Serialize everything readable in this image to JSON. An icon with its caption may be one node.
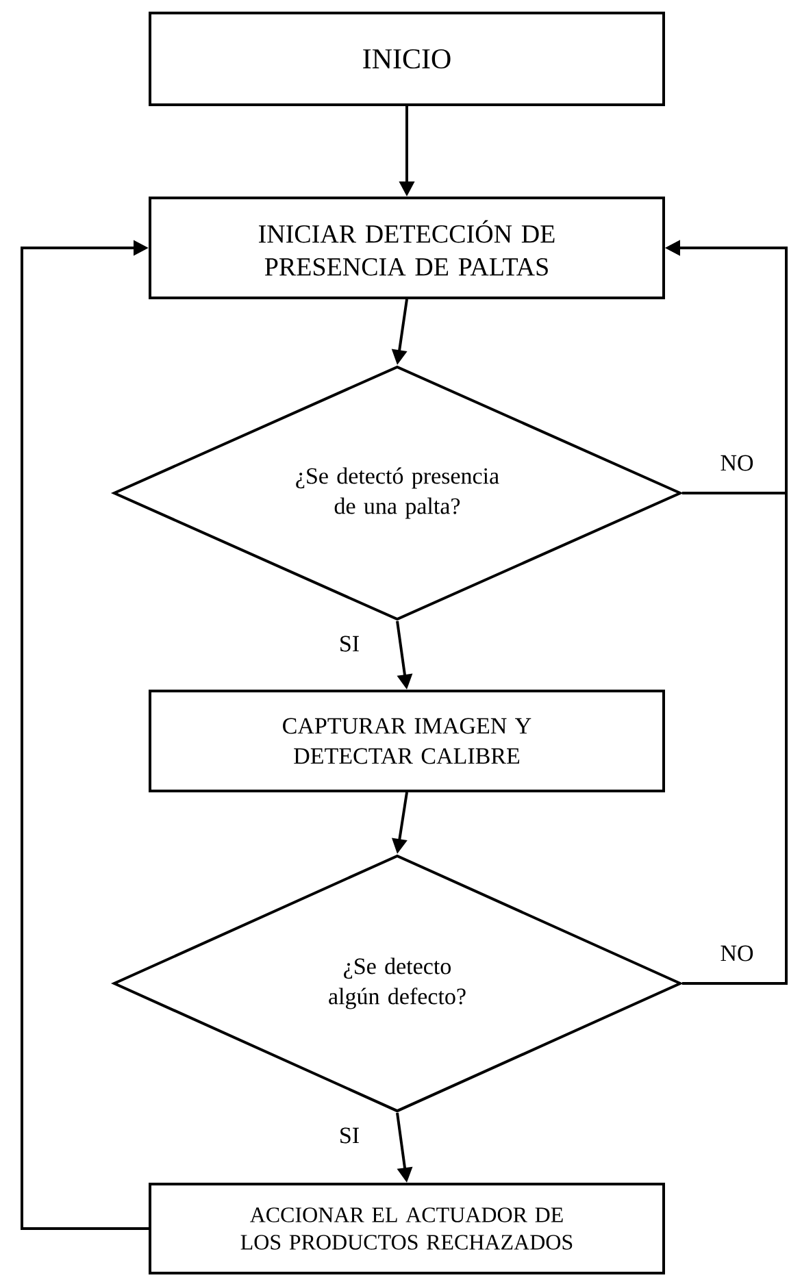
{
  "diagram": {
    "nodes": [
      {
        "text": [
          "INICIO"
        ]
      },
      {
        "text": [
          "INICIAR DETECCIÓN DE PRESENCIA DE PALTAS"
        ]
      },
      {
        "text": [
          "¿Se detectó presencia de una palta?"
        ]
      },
      {
        "text": [
          "CAPTURAR IMAGEN Y DETECTAR CALIBRE"
        ]
      },
      {
        "text": [
          "¿Se detecto algún defecto?"
        ]
      },
      {
        "text": [
          "ACCIONAR EL ACTUADOR DE LOS PRODUCTOS RECHAZADOS"
        ]
      }
    ],
    "edges": [
      {
        "from": 0,
        "to": 1,
        "arrow": "to"
      },
      {
        "from": 1,
        "to": 2,
        "arrow": "to"
      },
      {
        "from": 2,
        "to": 3,
        "arrow": "to",
        "label": "SI"
      },
      {
        "from": 2,
        "to": 1,
        "arrow": "to",
        "label": "NO"
      },
      {
        "from": 3,
        "to": 4,
        "arrow": "to"
      },
      {
        "from": 4,
        "to": 5,
        "arrow": "to",
        "label": "SI"
      },
      {
        "from": 4,
        "to": 1,
        "arrow": "to",
        "label": "NO"
      },
      {
        "from": 5,
        "to": 1,
        "arrow": "to"
      }
    ]
  }
}
